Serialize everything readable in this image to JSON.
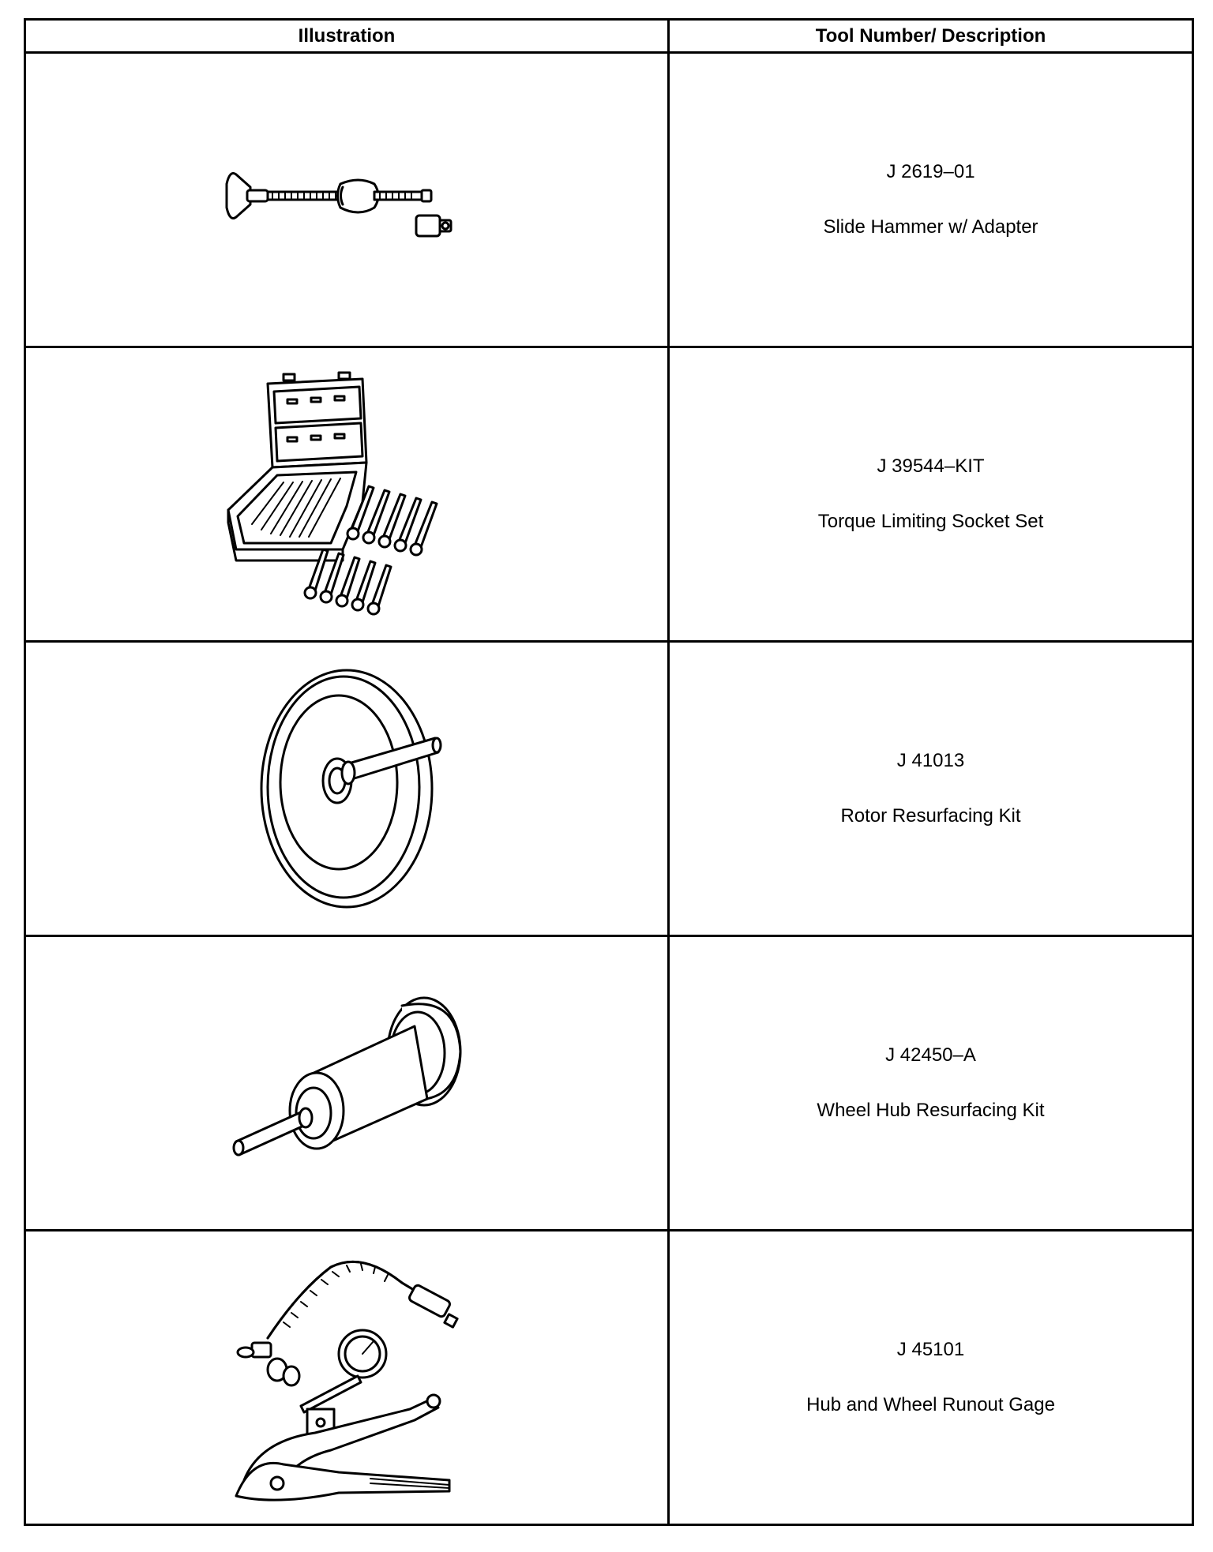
{
  "table": {
    "headers": {
      "illustration": "Illustration",
      "tool": "Tool Number/ Description"
    },
    "rows": [
      {
        "tool_number": "J 2619–01",
        "description": "Slide Hammer w/ Adapter",
        "illustration_icon": "slide-hammer-icon"
      },
      {
        "tool_number": "J 39544–KIT",
        "description": "Torque Limiting Socket Set",
        "illustration_icon": "socket-set-icon"
      },
      {
        "tool_number": "J 41013",
        "description": "Rotor Resurfacing Kit",
        "illustration_icon": "rotor-resurfacing-kit-icon"
      },
      {
        "tool_number": "J 42450–A",
        "description": "Wheel Hub Resurfacing Kit",
        "illustration_icon": "wheel-hub-resurfacing-kit-icon"
      },
      {
        "tool_number": "J 45101",
        "description": "Hub and Wheel Runout Gage",
        "illustration_icon": "runout-gage-icon"
      }
    ]
  }
}
